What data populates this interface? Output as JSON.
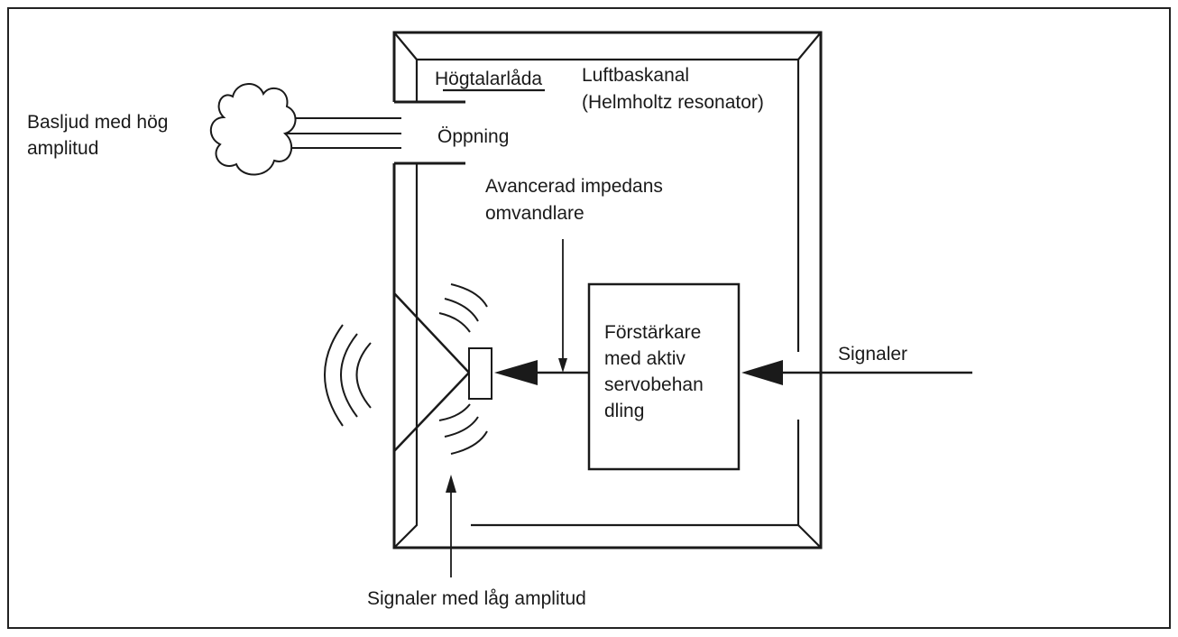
{
  "labels": {
    "speaker_box": "Högtalarlåda",
    "duct_line1": "Luftbaskanal",
    "duct_line2": "(Helmholtz resonator)",
    "bass_line1": "Basljud med hög",
    "bass_line2": "amplitud",
    "opening": "Öppning",
    "converter_line1": "Avancerad impedans",
    "converter_line2": "omvandlare",
    "amp_line1": "Förstärkare",
    "amp_line2": "med aktiv",
    "amp_line3": "servobehan",
    "amp_line4": "dling",
    "signals": "Signaler",
    "low_signals": "Signaler med låg amplitud"
  }
}
